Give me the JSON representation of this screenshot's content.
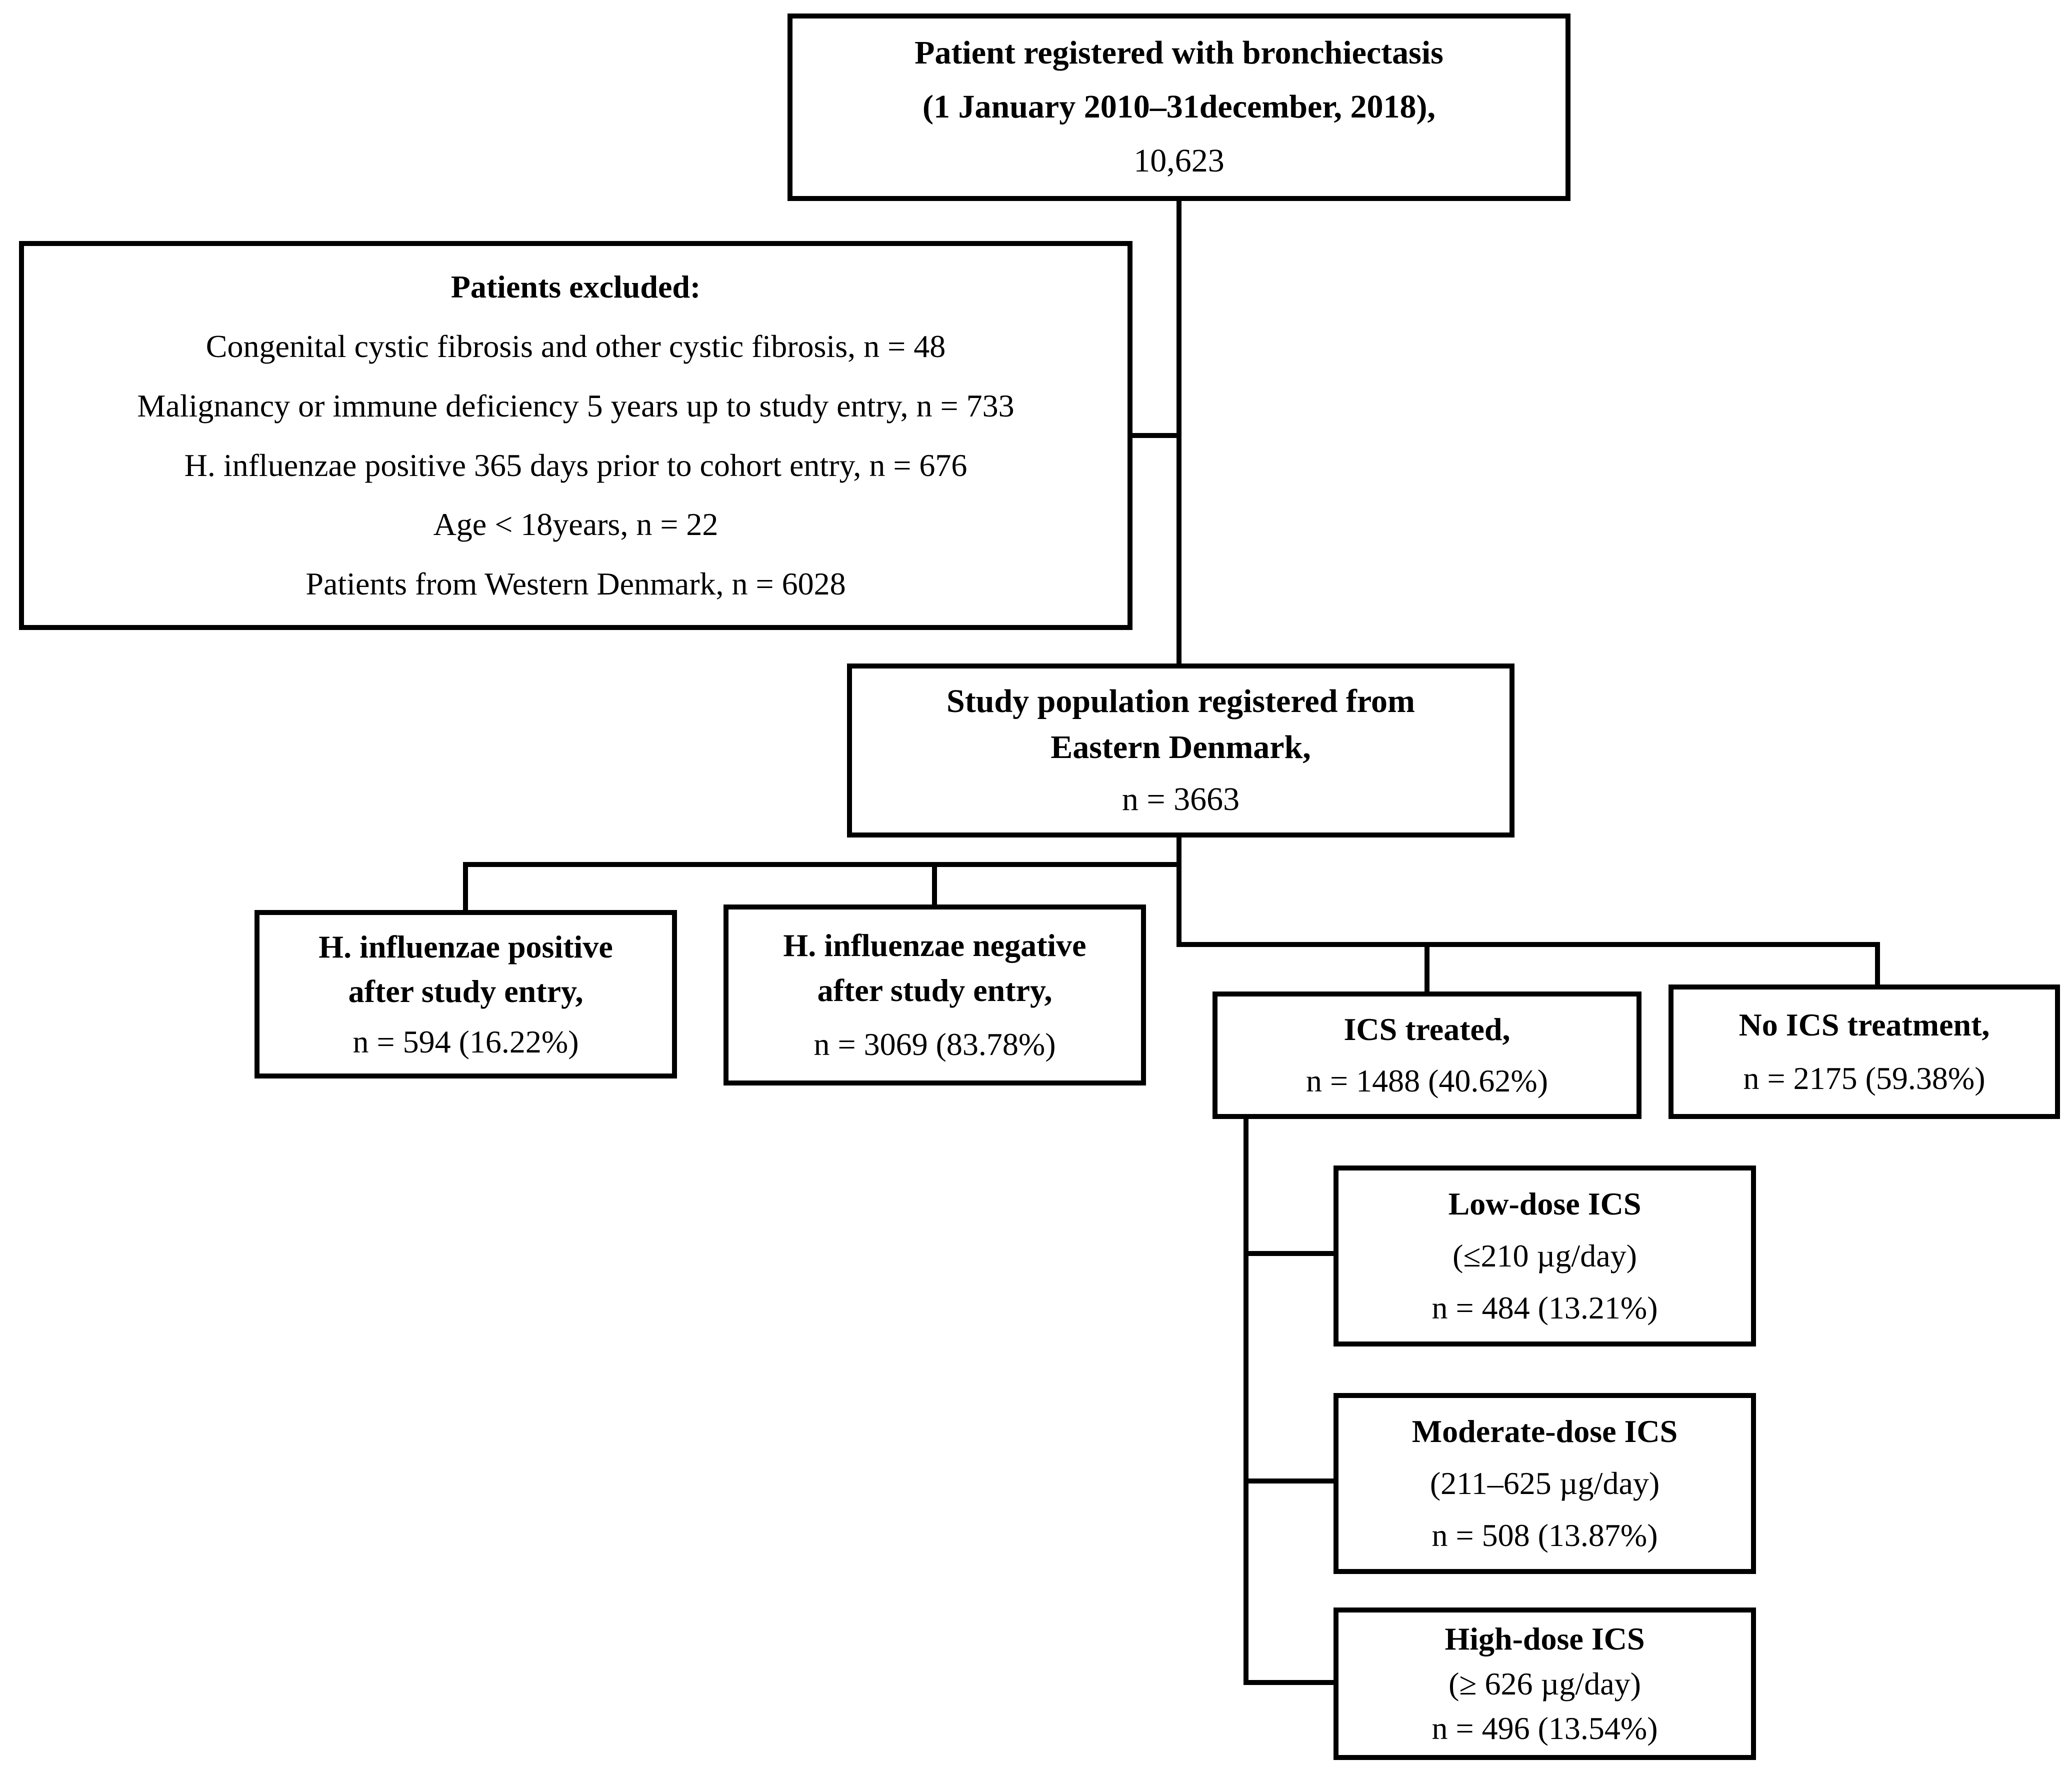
{
  "colors": {
    "border": "#000000",
    "background": "#ffffff",
    "text": "#000000"
  },
  "boxes": {
    "top": {
      "line1": "Patient registered with bronchiectasis",
      "line2": "(1 January 2010–31december, 2018),",
      "count": "10,623"
    },
    "excluded": {
      "title": "Patients excluded:",
      "items": [
        "Congenital cystic fibrosis and other cystic fibrosis, n = 48",
        "Malignancy or immune deficiency 5 years up to study entry, n = 733",
        "H. influenzae positive 365 days prior to cohort entry, n = 676",
        "Age < 18years, n = 22",
        "Patients from Western Denmark, n = 6028"
      ]
    },
    "study": {
      "line1": "Study population registered from",
      "line2": "Eastern Denmark,",
      "n": "n = 3663"
    },
    "hi_positive": {
      "line1": "H. influenzae positive",
      "line2": "after study entry,",
      "n": "n = 594 (16.22%)"
    },
    "hi_negative": {
      "line1": "H. influenzae negative",
      "line2": "after study entry,",
      "n": "n = 3069 (83.78%)"
    },
    "ics_treated": {
      "title": "ICS treated,",
      "n": "n = 1488 (40.62%)"
    },
    "no_ics": {
      "title": "No ICS treatment,",
      "n": "n = 2175 (59.38%)"
    },
    "low_dose": {
      "title": "Low-dose ICS",
      "dose": "(≤210 µg/day)",
      "n": "n = 484 (13.21%)"
    },
    "moderate_dose": {
      "title": "Moderate-dose ICS",
      "dose": "(211–625 µg/day)",
      "n": "n = 508 (13.87%)"
    },
    "high_dose": {
      "title": "High-dose ICS",
      "dose": "(≥ 626 µg/day)",
      "n": "n = 496 (13.54%)"
    }
  }
}
